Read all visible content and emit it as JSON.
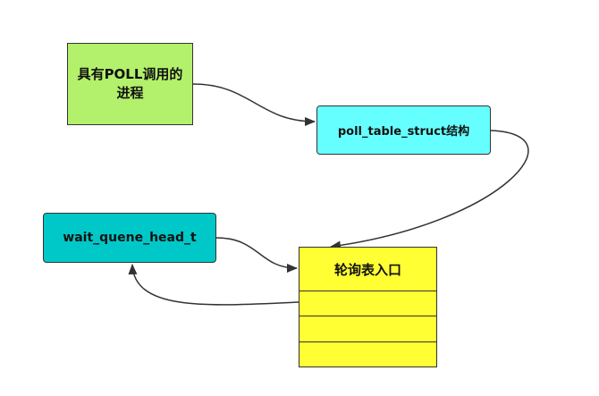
{
  "nodes": {
    "process": {
      "label": "具有POLL调用的进程",
      "color": "#b3f06b"
    },
    "poll_table_struct": {
      "label": "poll_table_struct结构",
      "color": "#66ffff"
    },
    "wait_queue_head": {
      "label": "wait_quene_head_t",
      "color": "#00c8c8"
    },
    "poll_table": {
      "header": "轮询表入口",
      "color": "#ffff33",
      "empty_rows": 3
    }
  },
  "edges": [
    {
      "from": "process",
      "to": "poll_table_struct"
    },
    {
      "from": "poll_table_struct",
      "to": "poll_table"
    },
    {
      "from": "wait_queue_head",
      "to": "poll_table"
    },
    {
      "from": "poll_table",
      "to": "wait_queue_head"
    }
  ],
  "style": {
    "stroke": "#333333"
  }
}
